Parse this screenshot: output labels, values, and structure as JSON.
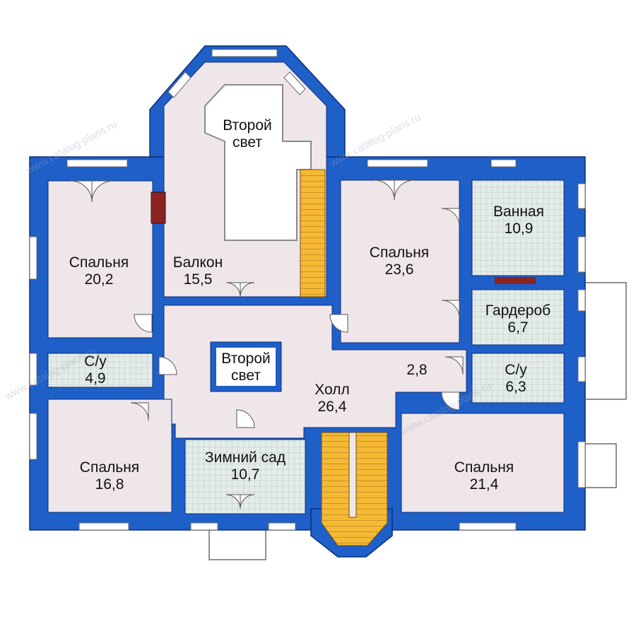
{
  "rooms": {
    "second_light_top": {
      "name_line1": "Второй",
      "name_line2": "свет"
    },
    "bedroom_20": {
      "name": "Спальня",
      "area": "20,2"
    },
    "balcony": {
      "name": "Балкон",
      "area": "15,5"
    },
    "bedroom_23": {
      "name": "Спальня",
      "area": "23,6"
    },
    "bathroom": {
      "name": "Ванная",
      "area": "10,9"
    },
    "wardrobe": {
      "name": "Гардероб",
      "area": "6,7"
    },
    "wc_left": {
      "name": "С/у",
      "area": "4,9"
    },
    "second_light_center": {
      "name_line1": "Второй",
      "name_line2": "свет"
    },
    "hall": {
      "name": "Холл",
      "area": "26,4"
    },
    "corridor": {
      "area": "2,8"
    },
    "wc_right": {
      "name": "С/у",
      "area": "6,3"
    },
    "bedroom_16": {
      "name": "Спальня",
      "area": "16,8"
    },
    "winter_garden": {
      "name": "Зимний сад",
      "area": "10,7"
    },
    "bedroom_21": {
      "name": "Спальня",
      "area": "21,4"
    }
  },
  "watermark": {
    "text": "www.catalog-plans.ru"
  },
  "colors": {
    "wall": "#1f5fc8",
    "wall_outline": "#0b2f7a",
    "room_pink": "#efe6ea",
    "room_tile": "#dde6e2",
    "stair": "#f5b935",
    "window": "#ffffff"
  }
}
